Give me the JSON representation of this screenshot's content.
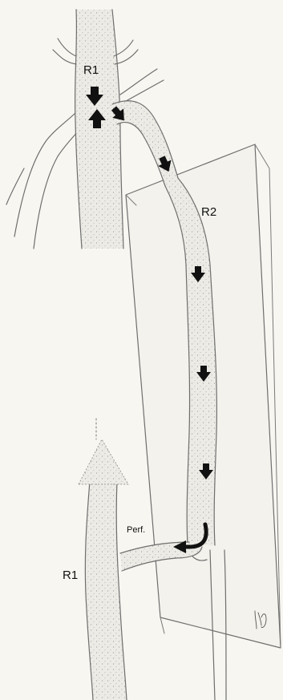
{
  "labels": {
    "r1_top": "R1",
    "r2": "R2",
    "perf": "Perf.",
    "r1_bottom": "R1"
  },
  "colors": {
    "background": "#f7f6f1",
    "vein_fill": "#e9e8e2",
    "outline": "#6e6e6e",
    "arrows": "#111111"
  },
  "icons": {
    "flow_arrow": "down-arrow-icon",
    "curved_arrow": "curved-arrow-icon",
    "upward_flow": "up-arrow-icon"
  }
}
